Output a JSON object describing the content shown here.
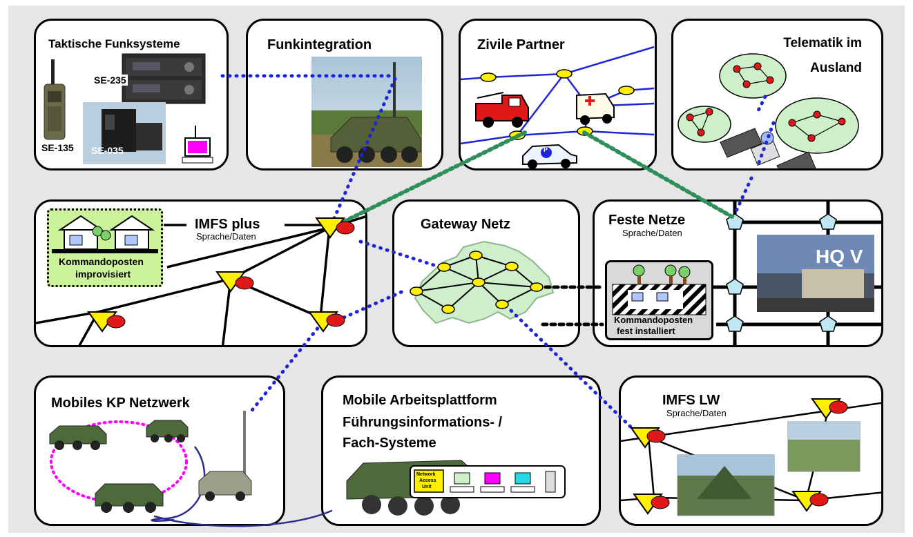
{
  "panels": {
    "taktische": {
      "title": "Taktische Funksysteme",
      "labels": [
        "SE-235",
        "SE-135",
        "SE-035"
      ]
    },
    "funkintegration": {
      "title": "Funkintegration"
    },
    "zivile": {
      "title": "Zivile Partner",
      "police_letter": "P"
    },
    "telematik": {
      "title_line1": "Telematik im",
      "title_line2": "Ausland"
    },
    "imfs_plus": {
      "title": "IMFS plus",
      "subtitle": "Sprache/Daten",
      "kp_line1": "Kommandoposten",
      "kp_line2": "improvisiert"
    },
    "gateway": {
      "title": "Gateway Netz"
    },
    "feste": {
      "title": "Feste Netze",
      "subtitle": "Sprache/Daten",
      "hq": "HQ V",
      "kp_line1": "Kommandoposten",
      "kp_line2": "fest installiert"
    },
    "mobiles_kp": {
      "title": "Mobiles KP Netzwerk"
    },
    "mobile_arbeit": {
      "title_line1": "Mobile Arbeitsplattform",
      "title_line2": "Führungsinformations- /",
      "title_line3": "Fach-Systeme",
      "nau_line1": "Network",
      "nau_line2": "Access",
      "nau_line3": "Unit"
    },
    "imfs_lw": {
      "title": "IMFS LW",
      "subtitle": "Sprache/Daten"
    }
  },
  "colors": {
    "link_blue": "#1d25d6",
    "link_green": "#2f8f5c",
    "router_red": "#e01818",
    "node_yellow": "#ffef00",
    "switzerland": "#cfeecc",
    "kp_green": "#ccf29a",
    "pentagon": "#bfe7f2"
  }
}
